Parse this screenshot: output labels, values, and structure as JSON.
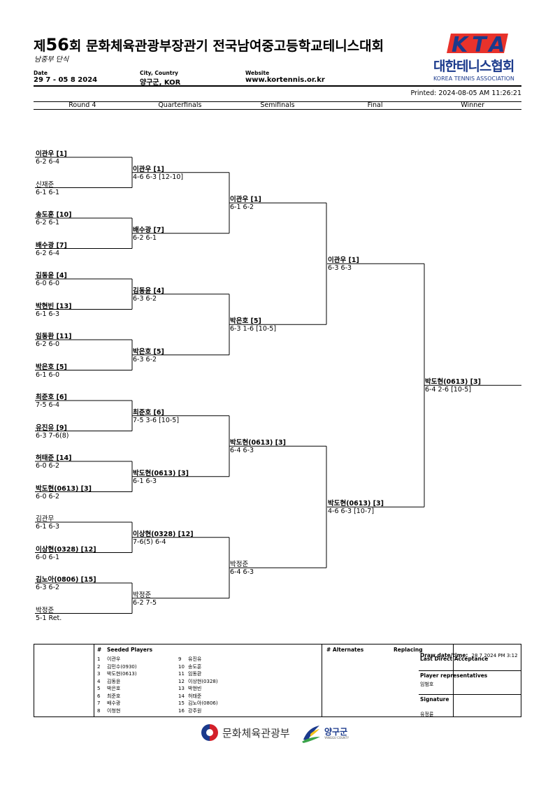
{
  "header": {
    "title_prefix": "제",
    "title_num": "56",
    "title_rest": "회 문화체육관광부장관기 전국남여중고등학교테니스대회",
    "subtitle": "남중부 단식",
    "date_label": "Date",
    "date_value": "29 7 - 05 8 2024",
    "city_label": "City, Country",
    "city_value": "양구군, KOR",
    "website_label": "Website",
    "website_value": "www.kortennis.or.kr",
    "printed": "Printed: 2024-08-05 AM 11:26:21"
  },
  "logo": {
    "mark": "KTA",
    "kr": "대한테니스협회",
    "en": "KOREA TENNIS ASSOCIATION"
  },
  "rounds": [
    "Round 4",
    "Quarterfinals",
    "Semifinals",
    "Final",
    "Winner"
  ],
  "r16": [
    {
      "name": "이관우 [1]",
      "score": "6-2 6-4",
      "bold": true
    },
    {
      "name": "신재준",
      "score": "6-1 6-1",
      "bold": false
    },
    {
      "name": "송도훈 [10]",
      "score": "6-2 6-1",
      "bold": true
    },
    {
      "name": "배수광 [7]",
      "score": "6-2 6-4",
      "bold": true
    },
    {
      "name": "김동윤 [4]",
      "score": "6-0 6-0",
      "bold": true
    },
    {
      "name": "박현빈 [13]",
      "score": "6-1 6-3",
      "bold": true
    },
    {
      "name": "임동환 [11]",
      "score": "6-2 6-0",
      "bold": true
    },
    {
      "name": "박은호 [5]",
      "score": "6-1 6-0",
      "bold": true
    },
    {
      "name": "최준호 [6]",
      "score": "7-5 6-4",
      "bold": true
    },
    {
      "name": "유진유 [9]",
      "score": "6-3 7-6(8)",
      "bold": true
    },
    {
      "name": "허태준 [14]",
      "score": "6-0 6-2",
      "bold": true
    },
    {
      "name": "박도현(0613) [3]",
      "score": "6-0 6-2",
      "bold": true
    },
    {
      "name": "김관무",
      "score": "6-1 6-3",
      "bold": false
    },
    {
      "name": "이상현(0328) [12]",
      "score": "6-0 6-1",
      "bold": true
    },
    {
      "name": "김노아(0806) [15]",
      "score": "6-3 6-2",
      "bold": true
    },
    {
      "name": "박정준",
      "score": "5-1 Ret.",
      "bold": false
    }
  ],
  "qf": [
    {
      "name": "이관우 [1]",
      "score": "4-6 6-3 [12-10]",
      "bold": true
    },
    {
      "name": "배수광 [7]",
      "score": "6-2 6-1",
      "bold": true
    },
    {
      "name": "김동윤 [4]",
      "score": "6-3 6-2",
      "bold": true
    },
    {
      "name": "박은호 [5]",
      "score": "6-3 6-2",
      "bold": true
    },
    {
      "name": "최준호 [6]",
      "score": "7-5 3-6 [10-5]",
      "bold": true
    },
    {
      "name": "박도현(0613) [3]",
      "score": "6-1 6-3",
      "bold": true
    },
    {
      "name": "이상현(0328) [12]",
      "score": "7-6(5) 6-4",
      "bold": true
    },
    {
      "name": "박정준",
      "score": "6-2 7-5",
      "bold": false
    }
  ],
  "sf": [
    {
      "name": "이관우 [1]",
      "score": "6-1 6-2",
      "bold": true
    },
    {
      "name": "박은호 [5]",
      "score": "6-3 1-6 [10-5]",
      "bold": true
    },
    {
      "name": "박도현(0613) [3]",
      "score": "6-4 6-3",
      "bold": true
    },
    {
      "name": "박정준",
      "score": "6-4 6-3",
      "bold": false
    }
  ],
  "final": [
    {
      "name": "이관우 [1]",
      "score": "6-3 6-3",
      "bold": true
    },
    {
      "name": "박도현(0613) [3]",
      "score": "4-6 6-3 [10-7]",
      "bold": true
    }
  ],
  "winner": {
    "name": "박도현(0613) [3]",
    "score": "6-4 2-6 [10-5]",
    "bold": true
  },
  "footer": {
    "seeded_title": "Seeded Players",
    "hash": "#",
    "seeds_left": [
      {
        "n": "1",
        "name": "이관우"
      },
      {
        "n": "2",
        "name": "김민수(0930)"
      },
      {
        "n": "3",
        "name": "박도현(0613)"
      },
      {
        "n": "4",
        "name": "김동윤"
      },
      {
        "n": "5",
        "name": "박은호"
      },
      {
        "n": "6",
        "name": "최준호"
      },
      {
        "n": "7",
        "name": "배수광"
      },
      {
        "n": "8",
        "name": "이청현"
      }
    ],
    "seeds_right": [
      {
        "n": "9",
        "name": "유진유"
      },
      {
        "n": "10",
        "name": "송도훈"
      },
      {
        "n": "11",
        "name": "임동환"
      },
      {
        "n": "12",
        "name": "이상현(0328)"
      },
      {
        "n": "13",
        "name": "박현빈"
      },
      {
        "n": "14",
        "name": "허태준"
      },
      {
        "n": "15",
        "name": "김노아(0806)"
      },
      {
        "n": "16",
        "name": "강주원"
      }
    ],
    "alternates": "# Alternates",
    "replacing": "Replacing",
    "draw_label": "Draw date/time:",
    "draw_value": "28 7 2024 PM 3:12",
    "last_direct": "Last Direct Acceptance",
    "reps_label": "Player representatives",
    "reps_value": "임범호",
    "signature_label": "Signature",
    "signature_value": "유정륜"
  },
  "sponsors": {
    "ministry": "문화체육관광부",
    "yanggu": "양구군",
    "yanggu_en": "YANGGU COUNTY"
  },
  "colors": {
    "kta_red": "#e8322b",
    "kta_blue": "#1b3a8c"
  }
}
